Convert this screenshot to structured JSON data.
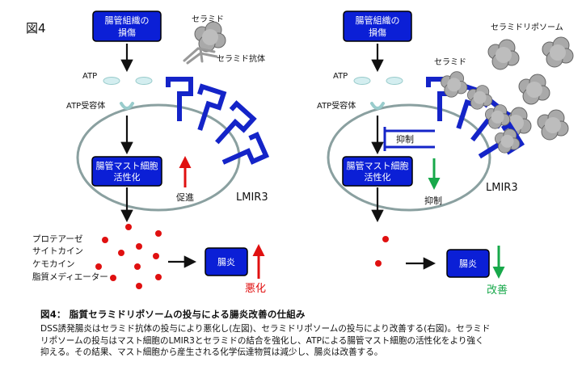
{
  "figure_label": "図4",
  "left": {
    "injury_line1": "腸管組織の",
    "injury_line2": "損傷",
    "ceramide": "セラミド",
    "antibody": "セラミド抗体",
    "atp": "ATP",
    "atp_receptor": "ATP受容体",
    "mast_line1": "腸管マスト細胞",
    "mast_line2": "活性化",
    "promote": "促進",
    "lmir3": "LMIR3",
    "mediators": [
      "プロテアーゼ",
      "サイトカイン",
      "ケモカイン",
      "脂質メディエーター"
    ],
    "colitis": "腸炎",
    "worsen": "悪化"
  },
  "right": {
    "injury_line1": "腸管組織の",
    "injury_line2": "損傷",
    "liposome": "セラミドリポソーム",
    "ceramide": "セラミド",
    "atp": "ATP",
    "atp_receptor": "ATP受容体",
    "inhibit_top": "抑制",
    "mast_line1": "腸管マスト細胞",
    "mast_line2": "活性化",
    "inhibit_bottom": "抑制",
    "lmir3": "LMIR3",
    "colitis": "腸炎",
    "improve": "改善"
  },
  "caption": {
    "title": "図4： 脂質セラミドリポソームの投与による腸炎改善の仕組み",
    "lines": [
      "DSS誘発腸炎はセラミド抗体の投与により悪化し(左図)、セラミドリポソームの投与により改善する(右図)。セラミド",
      "リポソームの投与はマスト細胞のLMIR3とセラミドの結合を強化し、ATPによる腸管マスト細胞の活性化をより強く",
      "抑える。その結果、マスト細胞から産生される化学伝達物質は減少し、腸炎は改善する。"
    ]
  },
  "colors": {
    "box_fill": "#0b1fd6",
    "receptor": "#1424c8",
    "cell_stroke": "#8aa0a0",
    "red": "#e01010",
    "green": "#17a84a",
    "cloud": "#a9a9a9"
  }
}
